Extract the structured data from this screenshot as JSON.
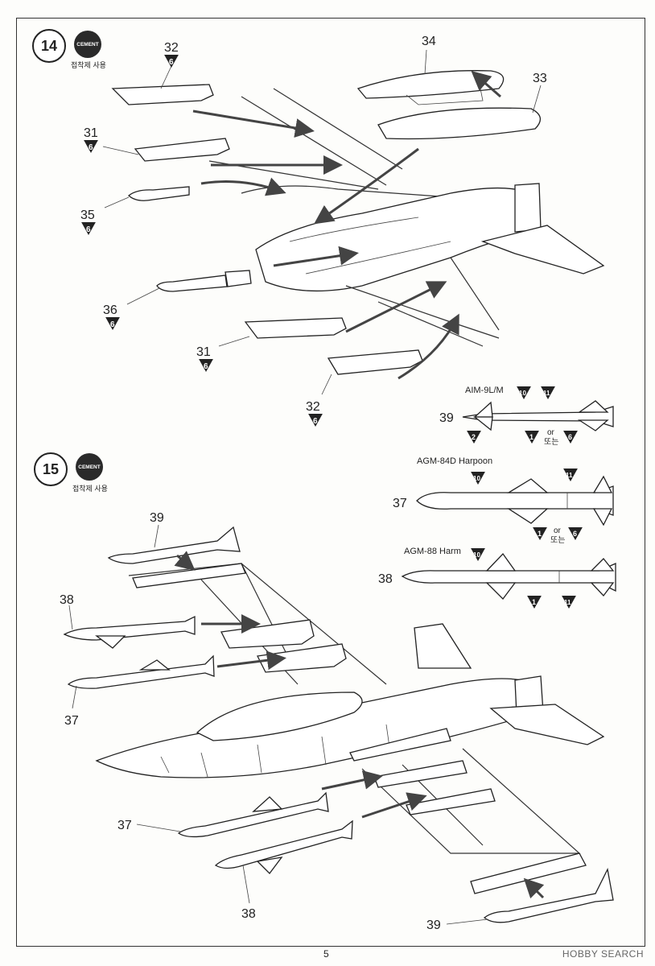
{
  "steps": [
    {
      "number": "14",
      "cement_label": "CEMENT",
      "cement_note": "접착제 사용"
    },
    {
      "number": "15",
      "cement_label": "CEMENT",
      "cement_note": "접착제 사용"
    }
  ],
  "step14_parts": [
    {
      "num": "32",
      "sprue": "6"
    },
    {
      "num": "31",
      "sprue": "6"
    },
    {
      "num": "35",
      "sprue": "6"
    },
    {
      "num": "36",
      "sprue": "6"
    },
    {
      "num": "31",
      "sprue": "6"
    },
    {
      "num": "32",
      "sprue": "6"
    },
    {
      "num": "34"
    },
    {
      "num": "33"
    }
  ],
  "missiles": [
    {
      "name": "AIM-9L/M",
      "num": "39",
      "decals": [
        "10",
        "11",
        "2",
        "1",
        "6"
      ],
      "or_label": "or",
      "or_label_ko": "또는"
    },
    {
      "name": "AGM-84D  Harpoon",
      "num": "37",
      "decals": [
        "10",
        "11",
        "1",
        "6"
      ],
      "or_label": "or",
      "or_label_ko": "또는"
    },
    {
      "name": "AGM-88  Harm",
      "num": "38",
      "decals": [
        "10",
        "1",
        "11"
      ]
    }
  ],
  "step15_parts": [
    "39",
    "38",
    "37",
    "37",
    "38",
    "39"
  ],
  "page_number": "5",
  "watermark": "HOBBY SEARCH"
}
